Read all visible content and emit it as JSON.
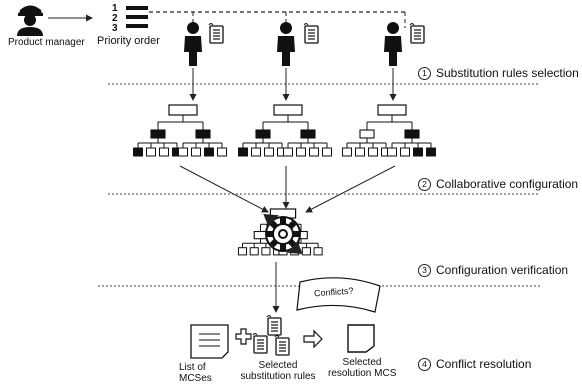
{
  "actors": {
    "product_manager_label": "Product manager",
    "priority_order_label": "Priority order",
    "priority_numbers": [
      "1",
      "2",
      "3"
    ]
  },
  "steps": [
    {
      "number": "1",
      "label": "Substitution rules selection"
    },
    {
      "number": "2",
      "label": "Collaborative configuration"
    },
    {
      "number": "3",
      "label": "Configuration verification"
    },
    {
      "number": "4",
      "label": "Conflict resolution"
    }
  ],
  "conflict_flag": "Conflicts?",
  "resolution": {
    "list_label": "List of\nMCSes",
    "rules_label": "Selected\nsubstitution rules",
    "result_label": "Selected\nresolution MCS"
  }
}
